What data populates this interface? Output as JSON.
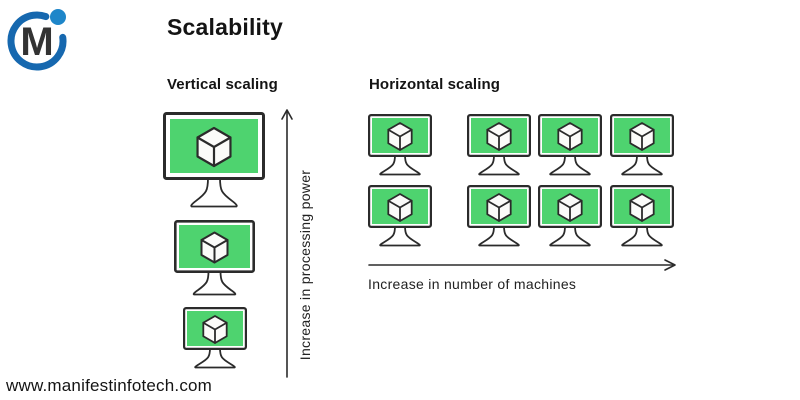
{
  "brand": {
    "logo_letter": "M"
  },
  "title": "Scalability",
  "sections": {
    "vertical": {
      "label": "Vertical scaling",
      "arrow_label": "Increase in processing power",
      "monitor_sizes": [
        "large",
        "medium",
        "small"
      ]
    },
    "horizontal": {
      "label": "Horizontal scaling",
      "arrow_label": "Increase in number of machines",
      "rows": 2,
      "columns": 4
    }
  },
  "footer": {
    "website": "www.manifestinfotech.com"
  },
  "colors": {
    "screen_green": "#4ed36f",
    "outline": "#2b2b2b",
    "cube_fill": "#fbfbf9",
    "logo_ring": "#1668af",
    "logo_dot": "#1e86c9",
    "logo_letter": "#333333",
    "text_dark": "#141414",
    "text_medium": "#222222"
  }
}
